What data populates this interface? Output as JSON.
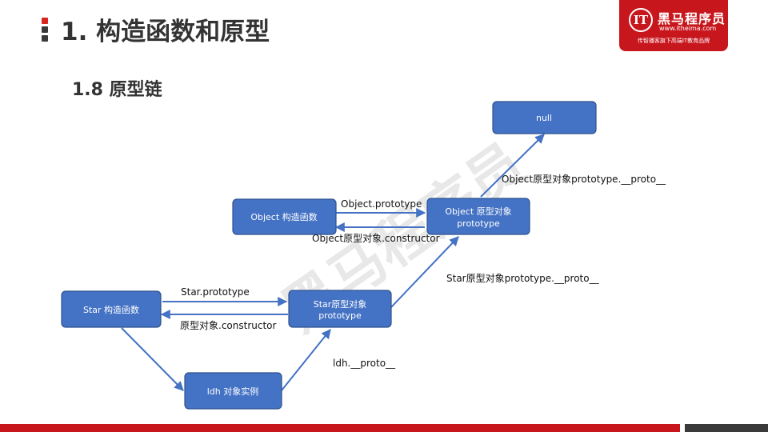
{
  "header": {
    "title": "1. 构造函数和原型",
    "subtitle": "1.8 原型链"
  },
  "logo": {
    "mark": "IT",
    "name": "黑马程序员",
    "url": "www.itheima.com",
    "slogan": "传智播客旗下高端IT教育品牌"
  },
  "watermark": "黑马程序员",
  "nodes": {
    "null": "null",
    "object_ctor": "Object 构造函数",
    "object_proto_1": "Object 原型对象",
    "object_proto_2": "prototype",
    "star_ctor": "Star 构造函数",
    "star_proto_1": "Star原型对象",
    "star_proto_2": "prototype",
    "ldh": "ldh 对象实例"
  },
  "edges": {
    "object_prototype": "Object.prototype",
    "object_constructor": "Object原型对象.constructor",
    "object_proto_chain": "Object原型对象prototype.__proto__",
    "star_prototype": "Star.prototype",
    "star_constructor": "原型对象.constructor",
    "star_proto_chain": "Star原型对象prototype.__proto__",
    "ldh_proto": "ldh.__proto__"
  },
  "colors": {
    "node_fill": "#4472c4",
    "brand_red": "#c8161d"
  }
}
